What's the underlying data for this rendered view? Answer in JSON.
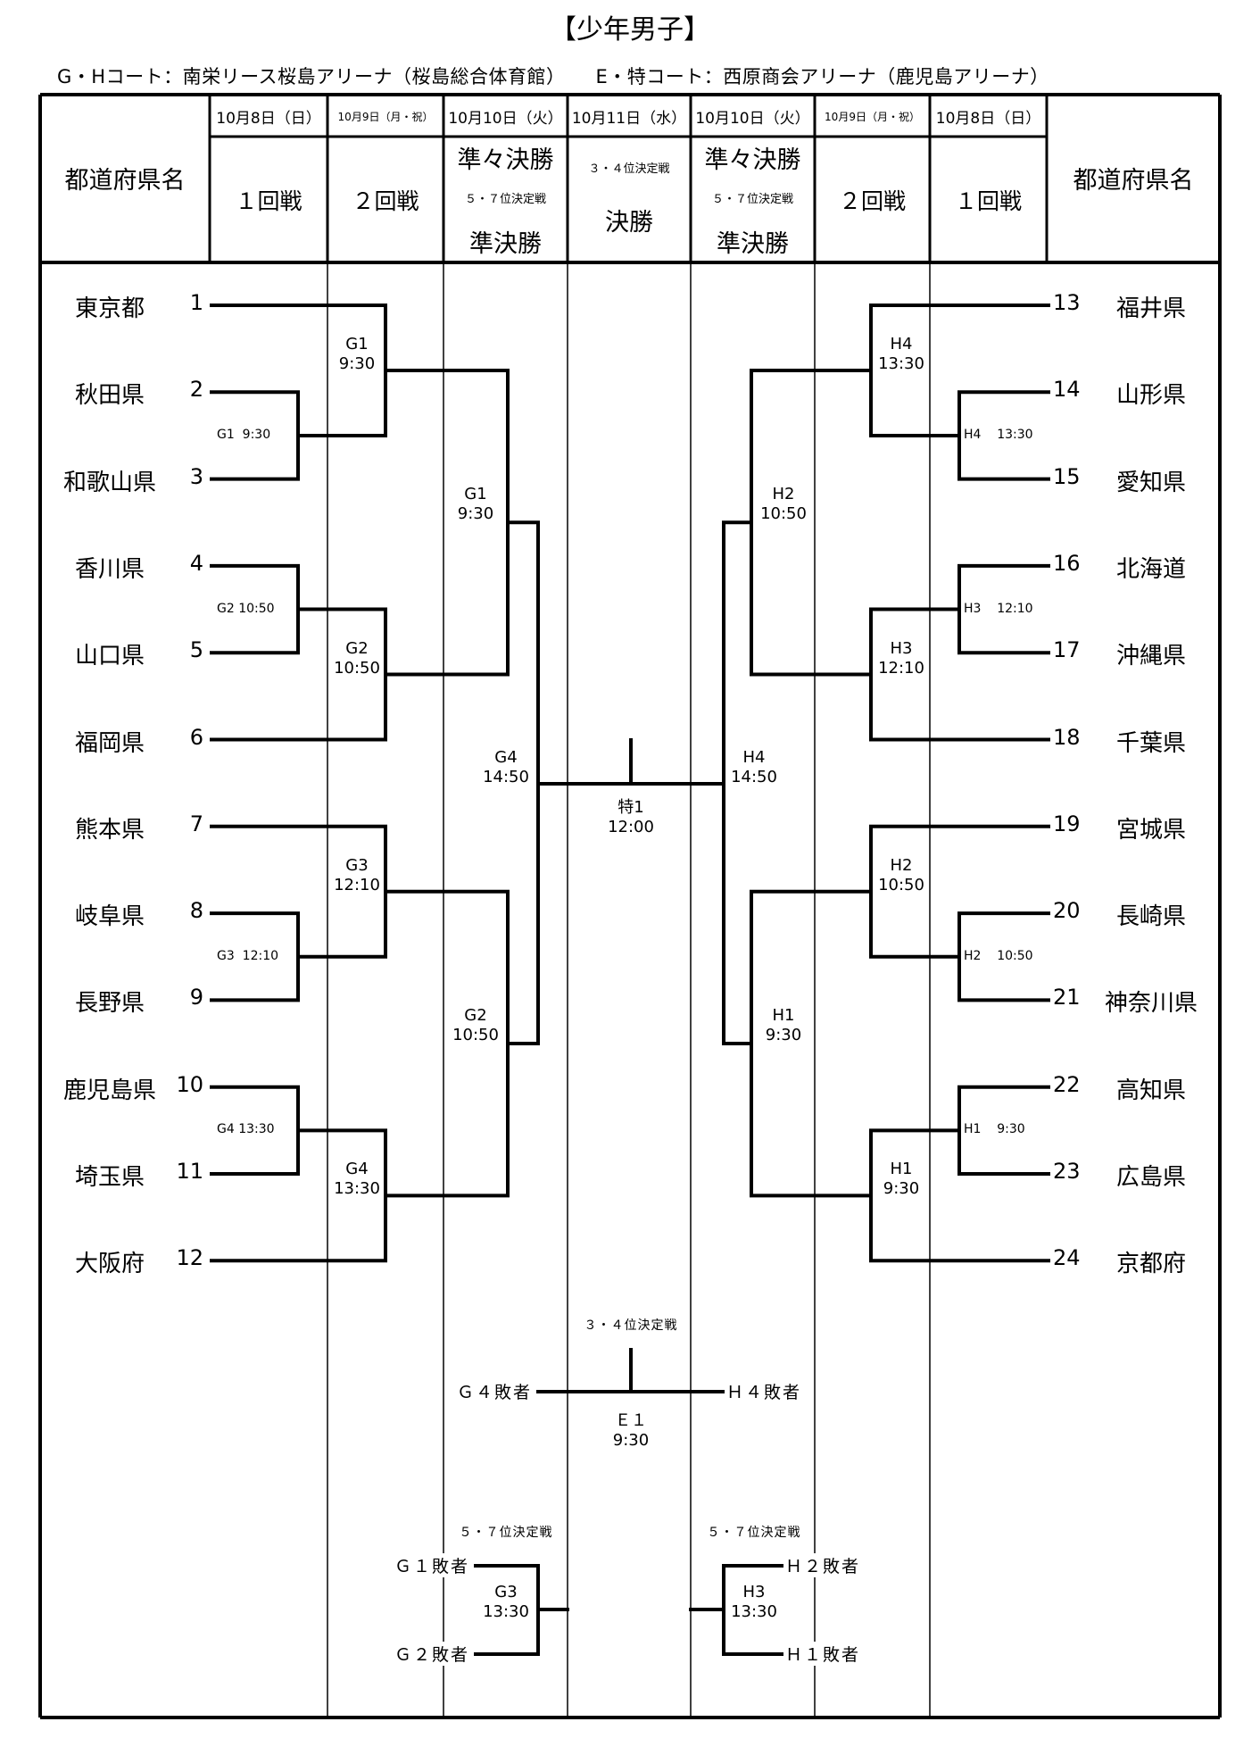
{
  "title": "【少年男子】",
  "venues": {
    "gh_court": "G・Hコート：南栄リース桜島アリーナ（桜島総合体育館）",
    "e_special_court": "E・特コート：西原商会アリーナ（鹿児島アリーナ）"
  },
  "header": {
    "prefecture_label": "都道府県名",
    "dates": {
      "r1": "10月8日（日）",
      "r2": "10月9日（月・祝）",
      "qf": "10月10日（火）",
      "final": "10月11日（水）"
    },
    "rounds": {
      "r1": "１回戦",
      "r2": "２回戦",
      "qf": "準々決勝",
      "place57": "５・７位決定戦",
      "sf": "準決勝",
      "place34": "３・４位決定戦",
      "final": "決勝"
    }
  },
  "left_teams": [
    {
      "seed": "1",
      "name": "東京都"
    },
    {
      "seed": "2",
      "name": "秋田県"
    },
    {
      "seed": "3",
      "name": "和歌山県"
    },
    {
      "seed": "4",
      "name": "香川県"
    },
    {
      "seed": "5",
      "name": "山口県"
    },
    {
      "seed": "6",
      "name": "福岡県"
    },
    {
      "seed": "7",
      "name": "熊本県"
    },
    {
      "seed": "8",
      "name": "岐阜県"
    },
    {
      "seed": "9",
      "name": "長野県"
    },
    {
      "seed": "10",
      "name": "鹿児島県"
    },
    {
      "seed": "11",
      "name": "埼玉県"
    },
    {
      "seed": "12",
      "name": "大阪府"
    }
  ],
  "right_teams": [
    {
      "seed": "13",
      "name": "福井県"
    },
    {
      "seed": "14",
      "name": "山形県"
    },
    {
      "seed": "15",
      "name": "愛知県"
    },
    {
      "seed": "16",
      "name": "北海道"
    },
    {
      "seed": "17",
      "name": "沖縄県"
    },
    {
      "seed": "18",
      "name": "千葉県"
    },
    {
      "seed": "19",
      "name": "宮城県"
    },
    {
      "seed": "20",
      "name": "長崎県"
    },
    {
      "seed": "21",
      "name": "神奈川県"
    },
    {
      "seed": "22",
      "name": "高知県"
    },
    {
      "seed": "23",
      "name": "広島県"
    },
    {
      "seed": "24",
      "name": "京都府"
    }
  ],
  "games": {
    "left_r1": [
      {
        "court": "G1",
        "time": "9:30"
      },
      {
        "court": "G2",
        "time": "10:50"
      },
      {
        "court": "G3",
        "time": "12:10"
      },
      {
        "court": "G4",
        "time": "13:30"
      }
    ],
    "left_r2": [
      {
        "court": "G1",
        "time": "9:30"
      },
      {
        "court": "G2",
        "time": "10:50"
      },
      {
        "court": "G3",
        "time": "12:10"
      },
      {
        "court": "G4",
        "time": "13:30"
      }
    ],
    "left_qf": [
      {
        "court": "G1",
        "time": "9:30"
      },
      {
        "court": "G2",
        "time": "10:50"
      }
    ],
    "left_sf": {
      "court": "G4",
      "time": "14:50"
    },
    "right_r1": [
      {
        "court": "H4",
        "time": "13:30"
      },
      {
        "court": "H3",
        "time": "12:10"
      },
      {
        "court": "H2",
        "time": "10:50"
      },
      {
        "court": "H1",
        "time": "9:30"
      }
    ],
    "right_r2": [
      {
        "court": "H4",
        "time": "13:30"
      },
      {
        "court": "H3",
        "time": "12:10"
      },
      {
        "court": "H2",
        "time": "10:50"
      },
      {
        "court": "H1",
        "time": "9:30"
      }
    ],
    "right_qf": [
      {
        "court": "H2",
        "time": "10:50"
      },
      {
        "court": "H1",
        "time": "9:30"
      }
    ],
    "right_sf": {
      "court": "H4",
      "time": "14:50"
    },
    "final": {
      "court": "特1",
      "time": "12:00"
    },
    "third_place": {
      "label": "３・４位決定戦",
      "court": "Ｅ１",
      "time": "9:30",
      "left": "Ｇ４敗者",
      "right": "Ｈ４敗者"
    },
    "place57_left": {
      "label": "５・７位決定戦",
      "court": "G3",
      "time": "13:30",
      "top": "Ｇ１敗者",
      "bottom": "Ｇ２敗者"
    },
    "place57_right": {
      "label": "５・７位決定戦",
      "court": "H3",
      "time": "13:30",
      "top": "Ｈ２敗者",
      "bottom": "Ｈ１敗者"
    }
  }
}
